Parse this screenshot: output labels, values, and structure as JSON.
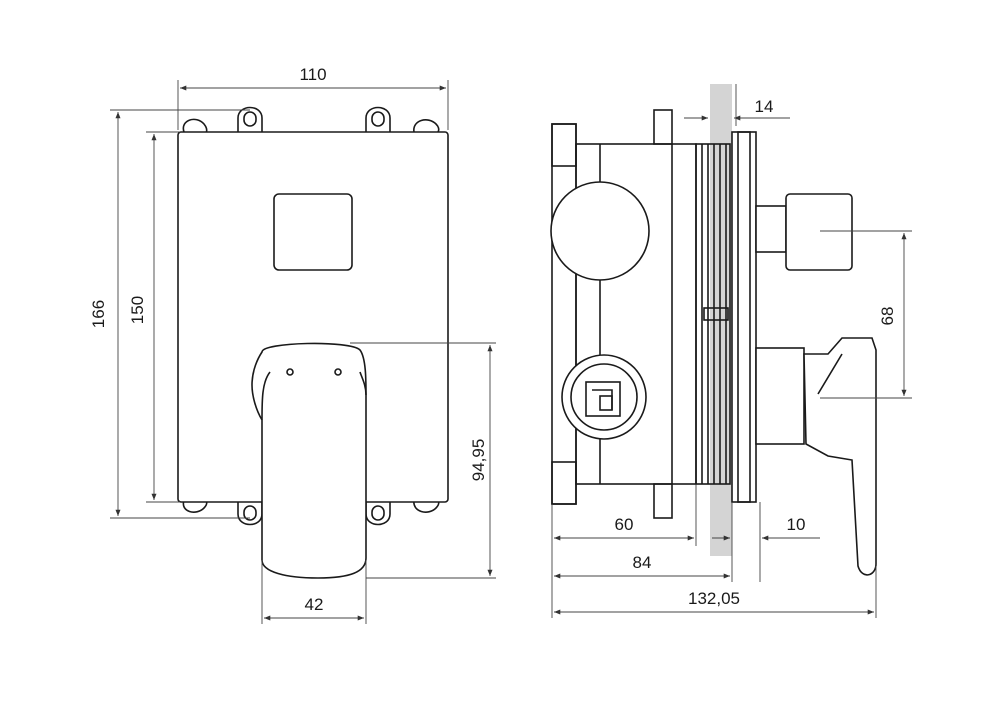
{
  "front_view": {
    "width_label": "110",
    "total_height_label": "166",
    "body_height_label": "150",
    "lever_drop_label": "94,95",
    "lever_width_label": "42"
  },
  "side_view": {
    "wall_gap_label": "14",
    "spacing_label": "68",
    "depth_60_label": "60",
    "depth_84_label": "84",
    "cover_label": "10",
    "total_depth_label": "132,05"
  }
}
